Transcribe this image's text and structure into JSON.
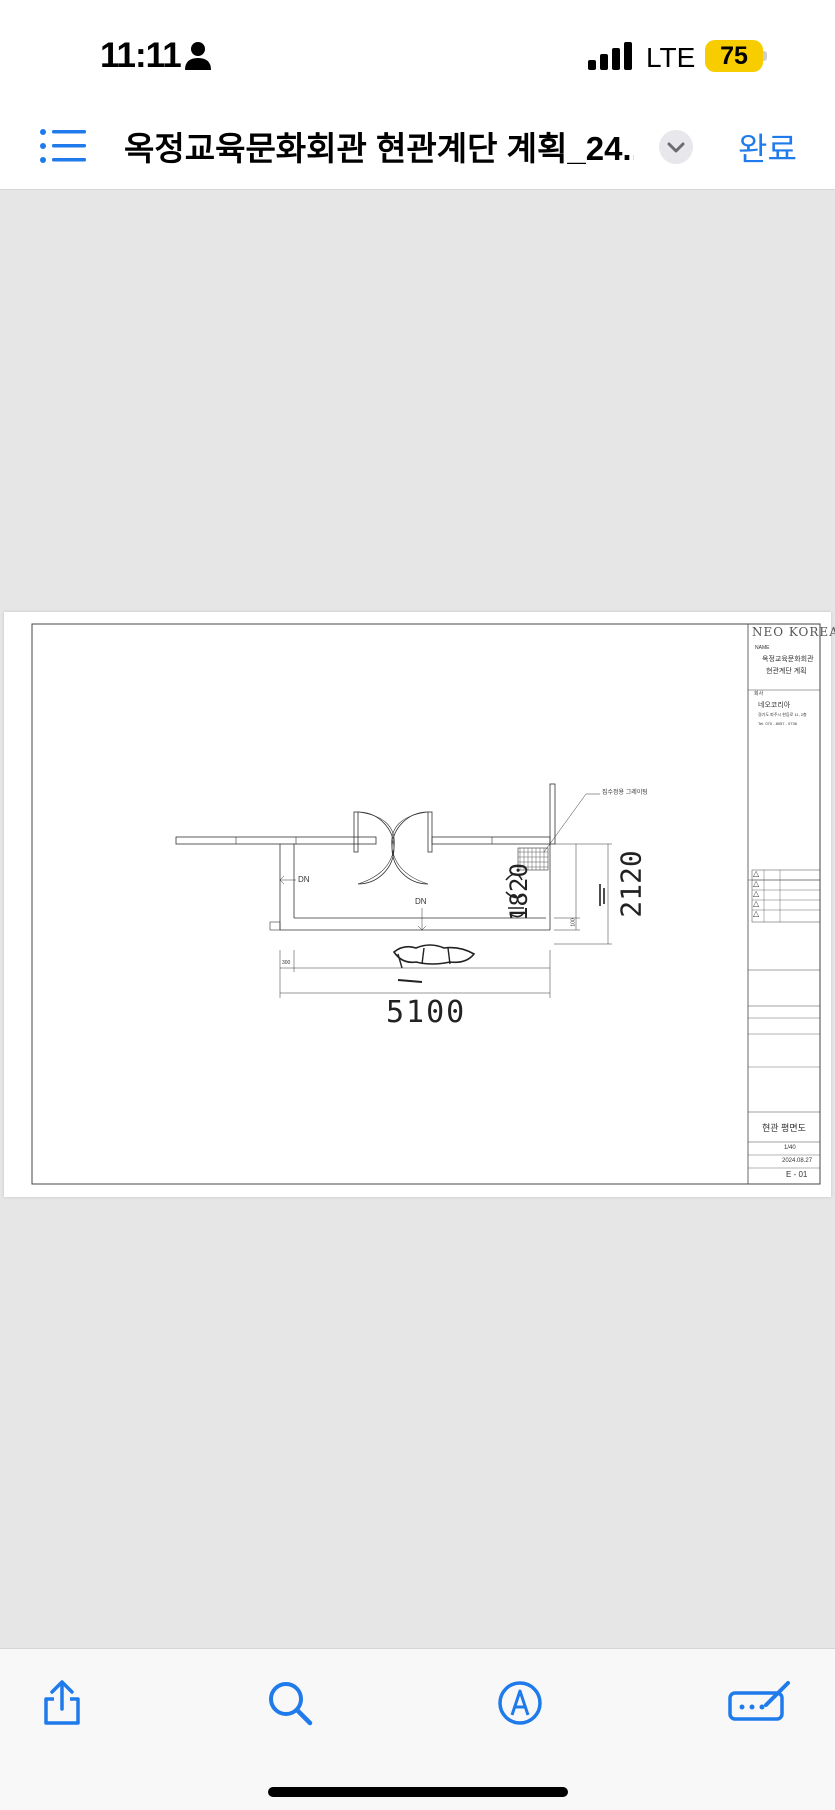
{
  "status_bar": {
    "time": "11:11",
    "network": "LTE",
    "battery": "75",
    "person_icon": "person-icon",
    "signal_icon": "cellular-signal-icon"
  },
  "nav": {
    "title": "옥정교육문화회관 현관계단 계획_24...",
    "done_label": "완료",
    "list_icon": "list-icon",
    "chevron_icon": "chevron-down-icon"
  },
  "drawing": {
    "logo": "NEO KOREA",
    "project_caption": "NAME",
    "project_name_1": "옥정교육문화회관",
    "project_name_2": "현관계단 계획",
    "company_caption": "회사",
    "company_name": "네오코리아",
    "company_address": "경기도 파주시 현등로 11, 2층",
    "company_tel": "Tel. 070 - 8057 - 0736",
    "annotation_grating": "집수정용 그레이팅",
    "label_dn_left": "DN",
    "label_dn_bottom": "DN",
    "dim_small_300": "300",
    "dim_small_100": "100",
    "handwritten_width_upper": "5100",
    "handwritten_width_lower": "5100",
    "handwritten_height_left": "1820",
    "handwritten_height_right": "2120",
    "drawing_title": "현관 평면도",
    "scale": "1/40",
    "date": "2024.08.27",
    "sheet_no": "E - 01",
    "revision_marks": [
      "△",
      "△",
      "△",
      "△",
      "△"
    ]
  },
  "toolbar": {
    "share_icon": "share-icon",
    "search_icon": "search-icon",
    "markup_icon": "markup-pen-icon",
    "form_icon": "form-edit-icon"
  },
  "colors": {
    "accent": "#1f7aeb",
    "battery": "#f8cd00",
    "background": "#e6e6e6"
  }
}
